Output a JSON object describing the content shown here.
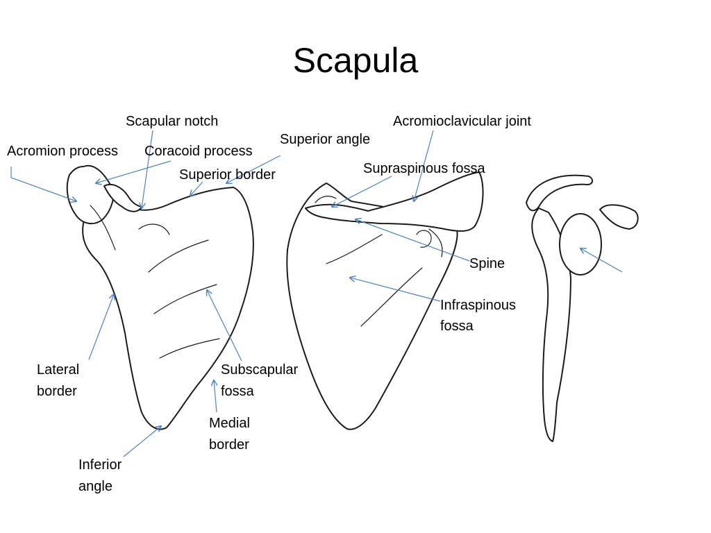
{
  "title": "Scapula",
  "colors": {
    "pointer": "#4f81bd",
    "outline": "#1a1a1a",
    "background": "#ffffff"
  },
  "labels": {
    "scapular_notch": "Scapular notch",
    "acromioclavicular_joint": "Acromioclavicular joint",
    "superior_angle": "Superior angle",
    "acromion_process": "Acromion process",
    "coracoid_process": "Coracoid process",
    "superior_border": "Superior border",
    "supraspinous_fossa": "Supraspinous fossa",
    "spine": "Spine",
    "infraspinous_fossa_1": "Infraspinous",
    "infraspinous_fossa_2": "fossa",
    "lateral_border_1": "Lateral",
    "lateral_border_2": "border",
    "subscapular_fossa_1": "Subscapular",
    "subscapular_fossa_2": "fossa",
    "medial_border_1": "Medial",
    "medial_border_2": "border",
    "inferior_angle_1": "Inferior",
    "inferior_angle_2": "angle"
  }
}
